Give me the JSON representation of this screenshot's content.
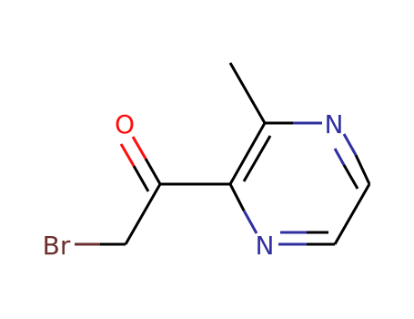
{
  "molecule": {
    "atoms": {
      "oxygen": {
        "label": "O",
        "color": "#ff0d0d"
      },
      "nitrogen_top": {
        "label": "N",
        "color": "#3030a0"
      },
      "nitrogen_bottom": {
        "label": "N",
        "color": "#3030a0"
      },
      "bromine": {
        "label": "Br",
        "color": "#6b2f2f"
      }
    },
    "bond_color": "#000000"
  }
}
